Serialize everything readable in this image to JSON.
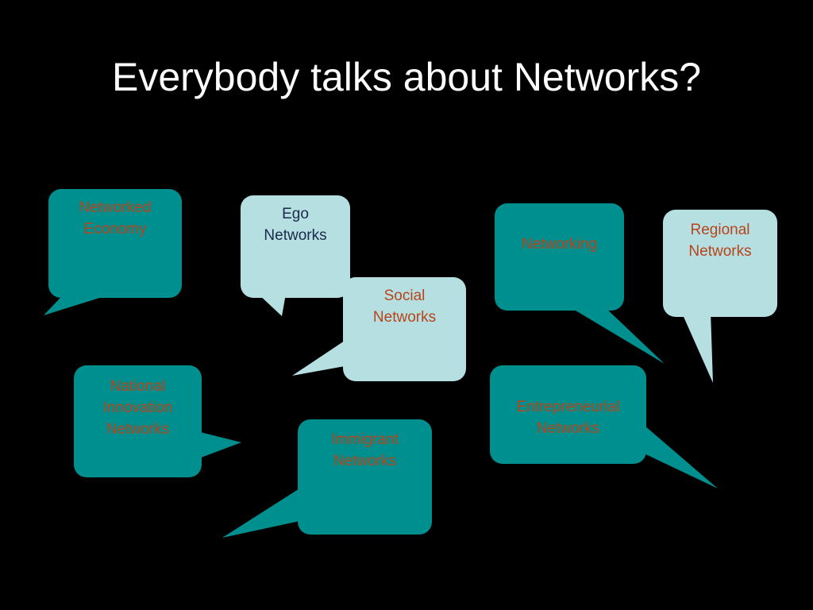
{
  "slide": {
    "title": "Everybody talks about Networks?",
    "colors": {
      "background": "#000000",
      "title_text": "#ffffff",
      "teal_bubble": "#008f8f",
      "light_bubble": "#b6dfe2",
      "teal_bubble_text": "#b8441a",
      "light_bubble_text": "#b8441a",
      "dark_label_text": "#1a2a4a"
    },
    "bubbles": {
      "networked_economy": "Networked\nEconomy",
      "ego_networks": "Ego\nNetworks",
      "social_networks": "Social\nNetworks",
      "networking": "Networking",
      "regional_networks": "Regional\nNetworks",
      "national_innovation_networks": "National\nInnovation\nNetworks",
      "immigrant_networks": "Immigrant\nNetworks",
      "entrepreneurial_networks": "Entrepreneurial\nNetworks"
    }
  }
}
